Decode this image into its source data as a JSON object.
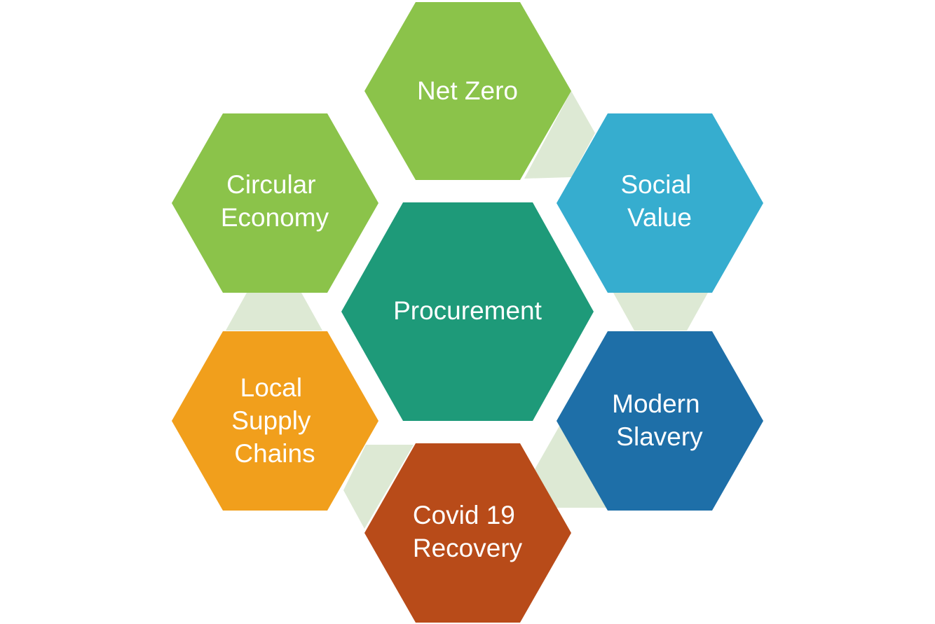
{
  "diagram": {
    "center": {
      "label_lines": [
        "Procurement"
      ],
      "color": "#1e9a79"
    },
    "hexagons": [
      {
        "id": "net-zero",
        "label_lines": [
          "Net Zero"
        ],
        "color": "#8bc34a"
      },
      {
        "id": "social-value",
        "label_lines": [
          "Social",
          "Value"
        ],
        "color": "#36adcf"
      },
      {
        "id": "modern-slavery",
        "label_lines": [
          "Modern",
          "Slavery"
        ],
        "color": "#1e6fa8"
      },
      {
        "id": "covid-19-recovery",
        "label_lines": [
          "Covid 19",
          "Recovery"
        ],
        "color": "#b84b19"
      },
      {
        "id": "local-supply-chains",
        "label_lines": [
          "Local",
          "Supply",
          "Chains"
        ],
        "color": "#f19f1c"
      },
      {
        "id": "circular-economy",
        "label_lines": [
          "Circular",
          "Economy"
        ],
        "color": "#8bc34a"
      }
    ],
    "connector_color": "#dde9d4"
  }
}
